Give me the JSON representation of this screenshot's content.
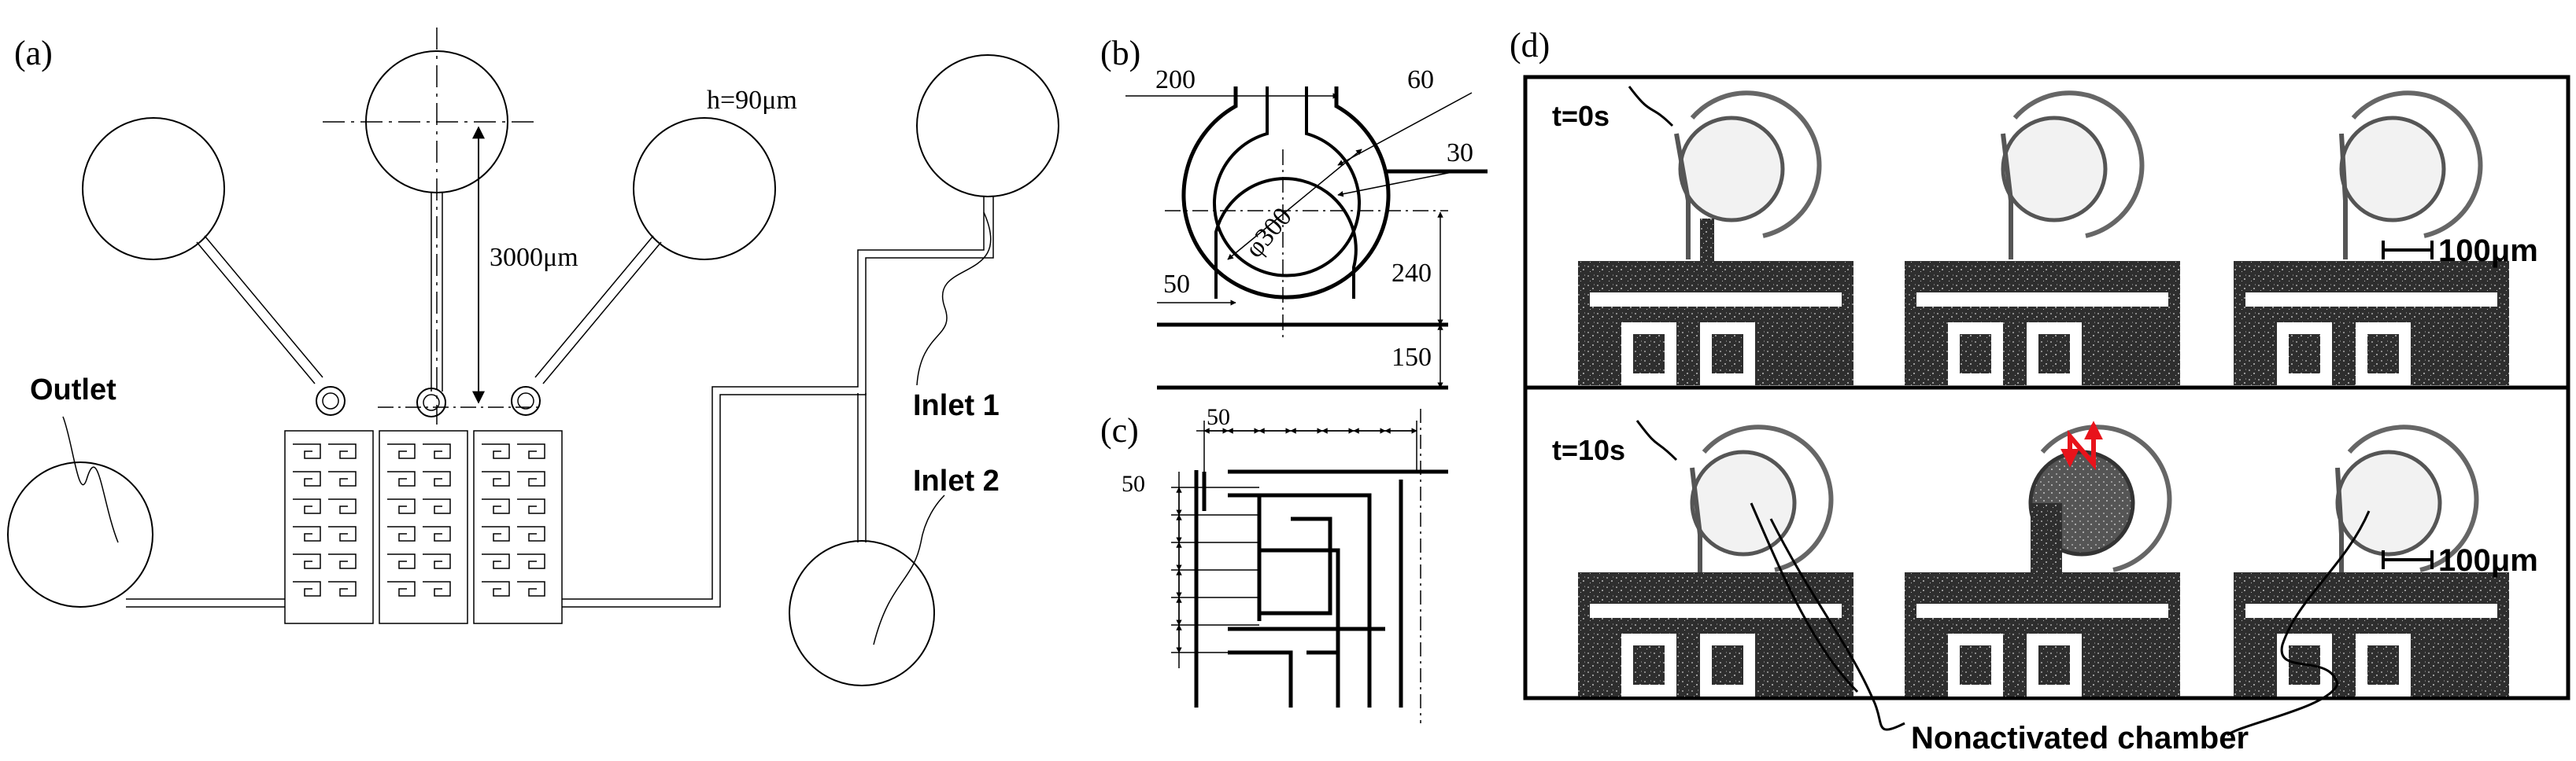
{
  "panels": {
    "a": {
      "label": "(a)",
      "height_label": "h=90μm",
      "spacing_label": "3000μm",
      "outlet_label": "Outlet",
      "inlet1_label": "Inlet 1",
      "inlet2_label": "Inlet 2"
    },
    "b": {
      "label": "(b)",
      "dim_200": "200",
      "dim_60": "60",
      "dim_30": "30",
      "dim_300": "φ300",
      "dim_50": "50",
      "dim_240": "240",
      "dim_150": "150"
    },
    "c": {
      "label": "(c)",
      "dim_50_top": "50",
      "dim_50_left": "50"
    },
    "d": {
      "label": "(d)",
      "time_top": "t=0s",
      "time_bottom": "t=10s",
      "scale_top": "100μm",
      "scale_bottom": "100μm",
      "annotation": "Nonactivated chamber"
    }
  },
  "colors": {
    "line": "#000000",
    "grain": "#3a3a3a",
    "arrow": "#e8131b",
    "chamber_fill": "#eeeeee"
  }
}
